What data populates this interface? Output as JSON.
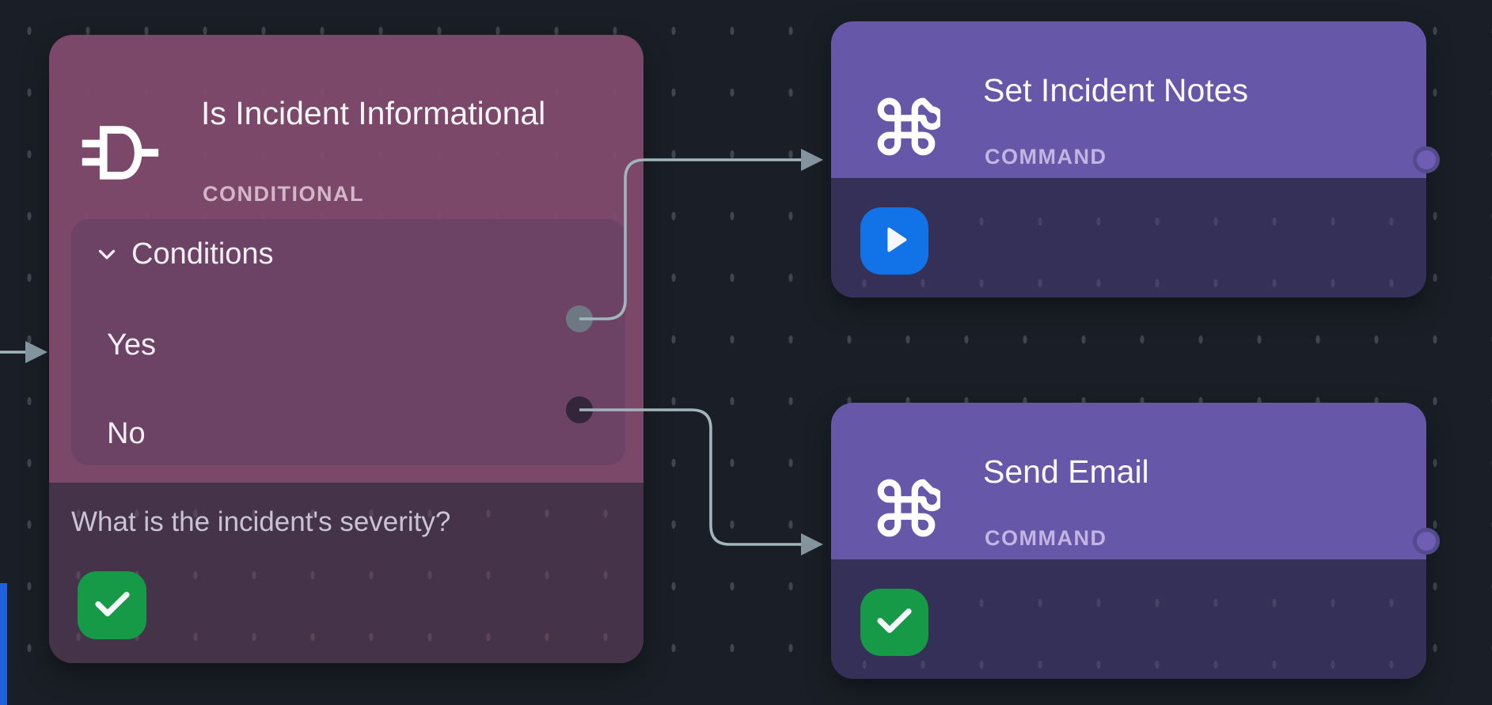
{
  "canvas": {
    "background": "#1a1f27",
    "grid_dash_color": "#40464f"
  },
  "colors": {
    "conditional_node_bg": "#7f496c",
    "conditional_panel_bg": "#6d4365",
    "conditional_footer_bg": "#453449",
    "command_header_bg": "#6657a8",
    "command_body_bg": "#343057",
    "success_green": "#169a47",
    "run_blue": "#1273e8",
    "edge_gray": "#a2b4bc",
    "yes_port": "#6e7882",
    "no_port": "#33263a",
    "command_port": "#6f5eb3"
  },
  "nodes": {
    "conditional": {
      "title": "Is Incident Informational",
      "type_label": "CONDITIONAL",
      "icon": "logic-gate-icon",
      "conditions_label": "Conditions",
      "outputs": [
        {
          "label": "Yes"
        },
        {
          "label": "No"
        }
      ],
      "question": "What is the incident's severity?",
      "status_icon": "check-icon"
    },
    "set_incident_notes": {
      "title": "Set Incident Notes",
      "type_label": "COMMAND",
      "icon": "command-icon",
      "action_icon": "play-icon"
    },
    "send_email": {
      "title": "Send Email",
      "type_label": "COMMAND",
      "icon": "command-icon",
      "status_icon": "check-icon"
    }
  },
  "edges": [
    {
      "from": "offscreen-left",
      "to": "conditional"
    },
    {
      "from": "conditional.Yes",
      "to": "set_incident_notes"
    },
    {
      "from": "conditional.No",
      "to": "send_email"
    }
  ]
}
